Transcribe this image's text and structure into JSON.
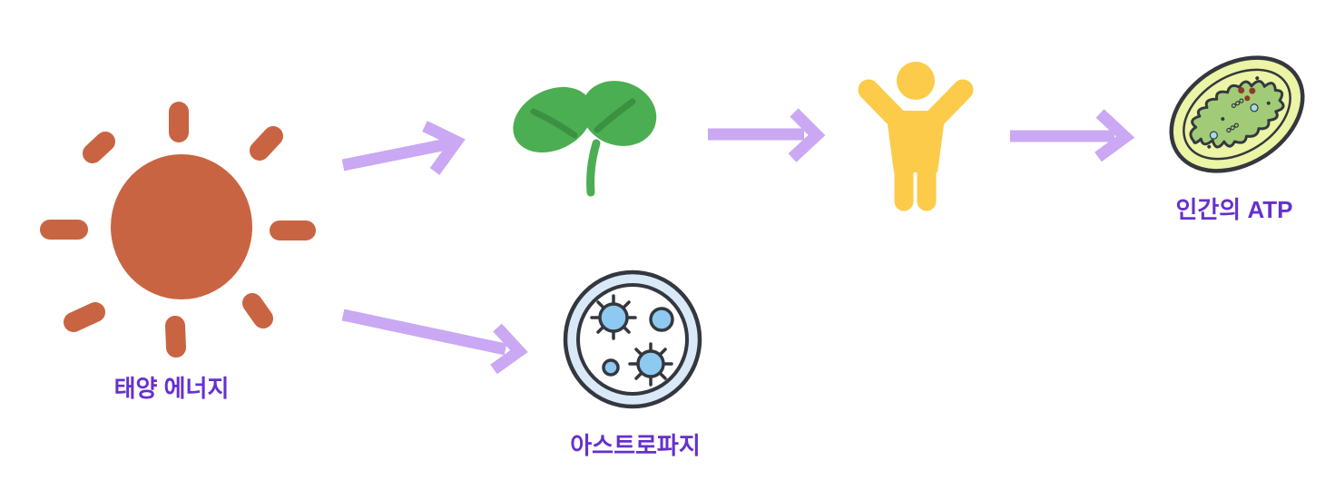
{
  "diagram": {
    "type": "flow",
    "background": "#FFFFFF",
    "nodes": [
      {
        "id": "sun",
        "icon": "sun-icon",
        "label": "태양 에너지"
      },
      {
        "id": "sprout",
        "icon": "sprout-icon",
        "label": ""
      },
      {
        "id": "human",
        "icon": "person-icon",
        "label": ""
      },
      {
        "id": "mitochondria",
        "icon": "mitochondria-icon",
        "label": "인간의 ATP"
      },
      {
        "id": "astrophage",
        "icon": "petri-dish-icon",
        "label": "아스트로파지"
      }
    ],
    "edges": [
      {
        "from": "sun",
        "to": "sprout"
      },
      {
        "from": "sprout",
        "to": "human"
      },
      {
        "from": "human",
        "to": "mitochondria"
      },
      {
        "from": "sun",
        "to": "astrophage"
      }
    ],
    "colors": {
      "sun": "#C96442",
      "leaf": "#4CAE52",
      "leaf_vein": "#3B9142",
      "person": "#FCCB4A",
      "arrow": "#CAA8F3",
      "label_text": "#6530CF",
      "microbe": "#8DC9F1",
      "petri_ring": "#DAE9F8",
      "mito_outer": "#ECF4A5",
      "mito_matrix": "#A2CB77",
      "mito_dot_red": "#8C3A28",
      "mito_dot_blue": "#A5DBEA",
      "outline": "#34383E"
    }
  }
}
